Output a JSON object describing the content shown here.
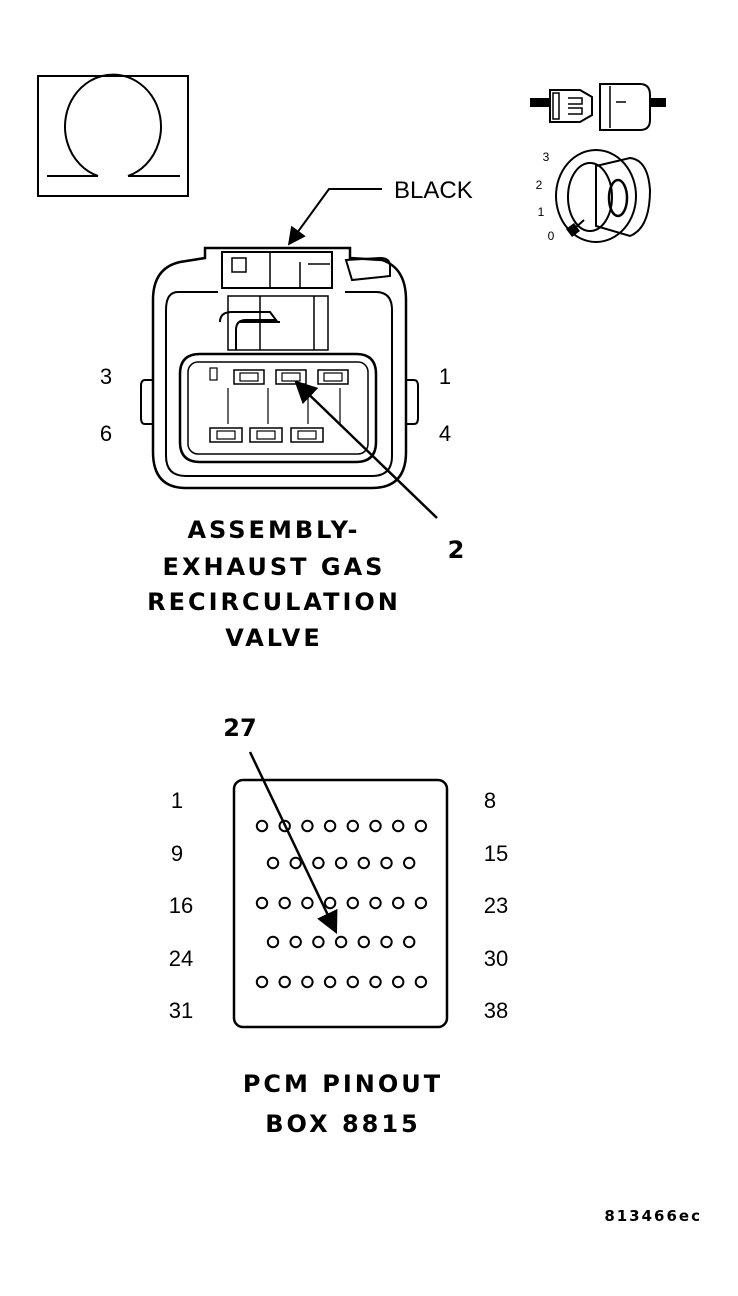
{
  "colors": {
    "line": "#000000",
    "background": "#ffffff"
  },
  "icons": {
    "meter_symbol": "ohm-icon",
    "connector": "connector-disconnected-icon",
    "ignition": "ignition-key-icon"
  },
  "ignition_positions": [
    "3",
    "2",
    "1",
    "0"
  ],
  "egr_connector": {
    "color_label": "BLACK",
    "pin_labels": {
      "top_left": "3",
      "bottom_left": "6",
      "top_right": "1",
      "bottom_right": "4"
    },
    "callout": "2",
    "title_lines": [
      "ASSEMBLY-",
      "EXHAUST GAS",
      "RECIRCULATION",
      "VALVE"
    ]
  },
  "pcm_connector": {
    "callout": "27",
    "left_labels": [
      "1",
      "9",
      "16",
      "24",
      "31"
    ],
    "right_labels": [
      "8",
      "15",
      "23",
      "30",
      "38"
    ],
    "title_lines": [
      "PCM PINOUT",
      "BOX 8815"
    ]
  },
  "figure_id": "813466ec"
}
